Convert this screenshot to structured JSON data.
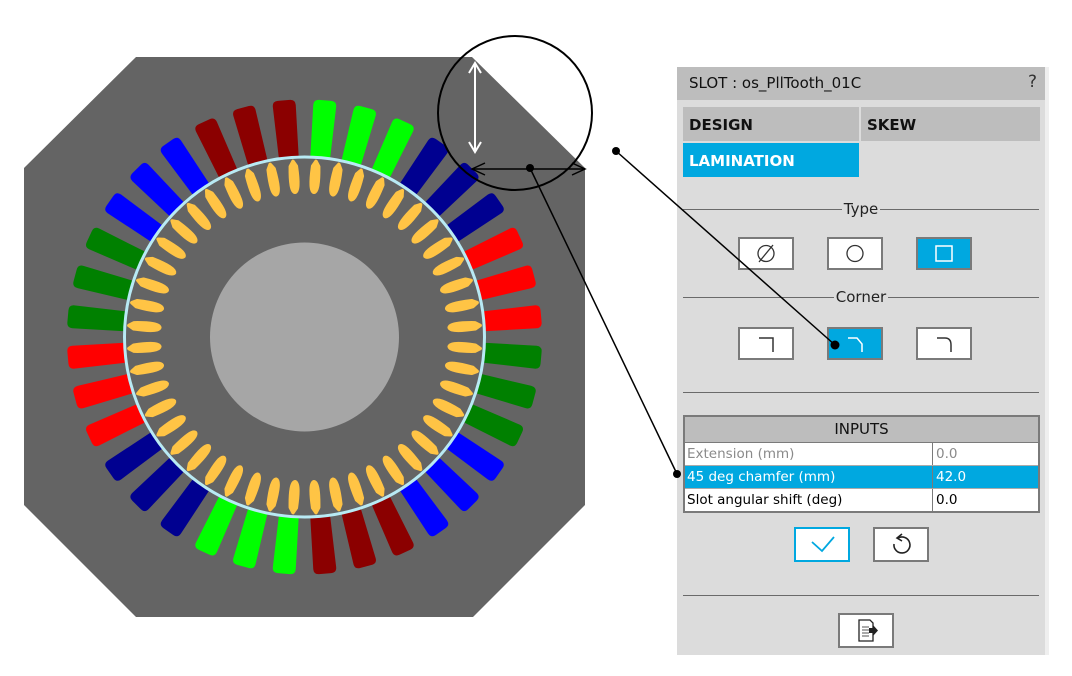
{
  "panel": {
    "title": "SLOT : os_PllTooth_01C",
    "help_label": "?",
    "tabs": [
      {
        "label": "DESIGN",
        "active": false
      },
      {
        "label": "SKEW",
        "active": false
      },
      {
        "label": "LAMINATION",
        "active": true
      }
    ],
    "type_section": {
      "label": "Type",
      "options": [
        {
          "icon": "no-slot-icon",
          "selected": false
        },
        {
          "icon": "round-slot-icon",
          "selected": false
        },
        {
          "icon": "square-slot-icon",
          "selected": true
        }
      ]
    },
    "corner_section": {
      "label": "Corner",
      "options": [
        {
          "icon": "sharp-corner-icon",
          "selected": false
        },
        {
          "icon": "chamfer-corner-icon",
          "selected": true
        },
        {
          "icon": "round-corner-icon",
          "selected": false
        }
      ]
    },
    "inputs": {
      "header": "INPUTS",
      "rows": [
        {
          "label": "Extension (mm)",
          "value": "0.0",
          "state": "disabled"
        },
        {
          "label": "45 deg chamfer (mm)",
          "value": "42.0",
          "state": "selected"
        },
        {
          "label": "Slot angular shift (deg)",
          "value": "0.0",
          "state": "normal"
        }
      ]
    },
    "actions": {
      "apply_icon": "check-icon",
      "reset_icon": "undo-icon",
      "export_icon": "export-document-icon"
    }
  },
  "drawing": {
    "stator_slots": 36,
    "rotor_bars": 48,
    "phase_sequence_colors": [
      "#00ff00",
      "#000090",
      "#ff0000",
      "#008000",
      "#0000ff",
      "#8b0000"
    ],
    "slots_per_group": 3,
    "colors": {
      "lamination": "#646464",
      "rotor": "#a6a6a6",
      "airgap": "#b8eaf4",
      "rotor_bar": "#ffc445",
      "accent": "#00a8e0",
      "panel_bg": "#dcdcdc",
      "panel_header": "#bdbdbd"
    }
  }
}
